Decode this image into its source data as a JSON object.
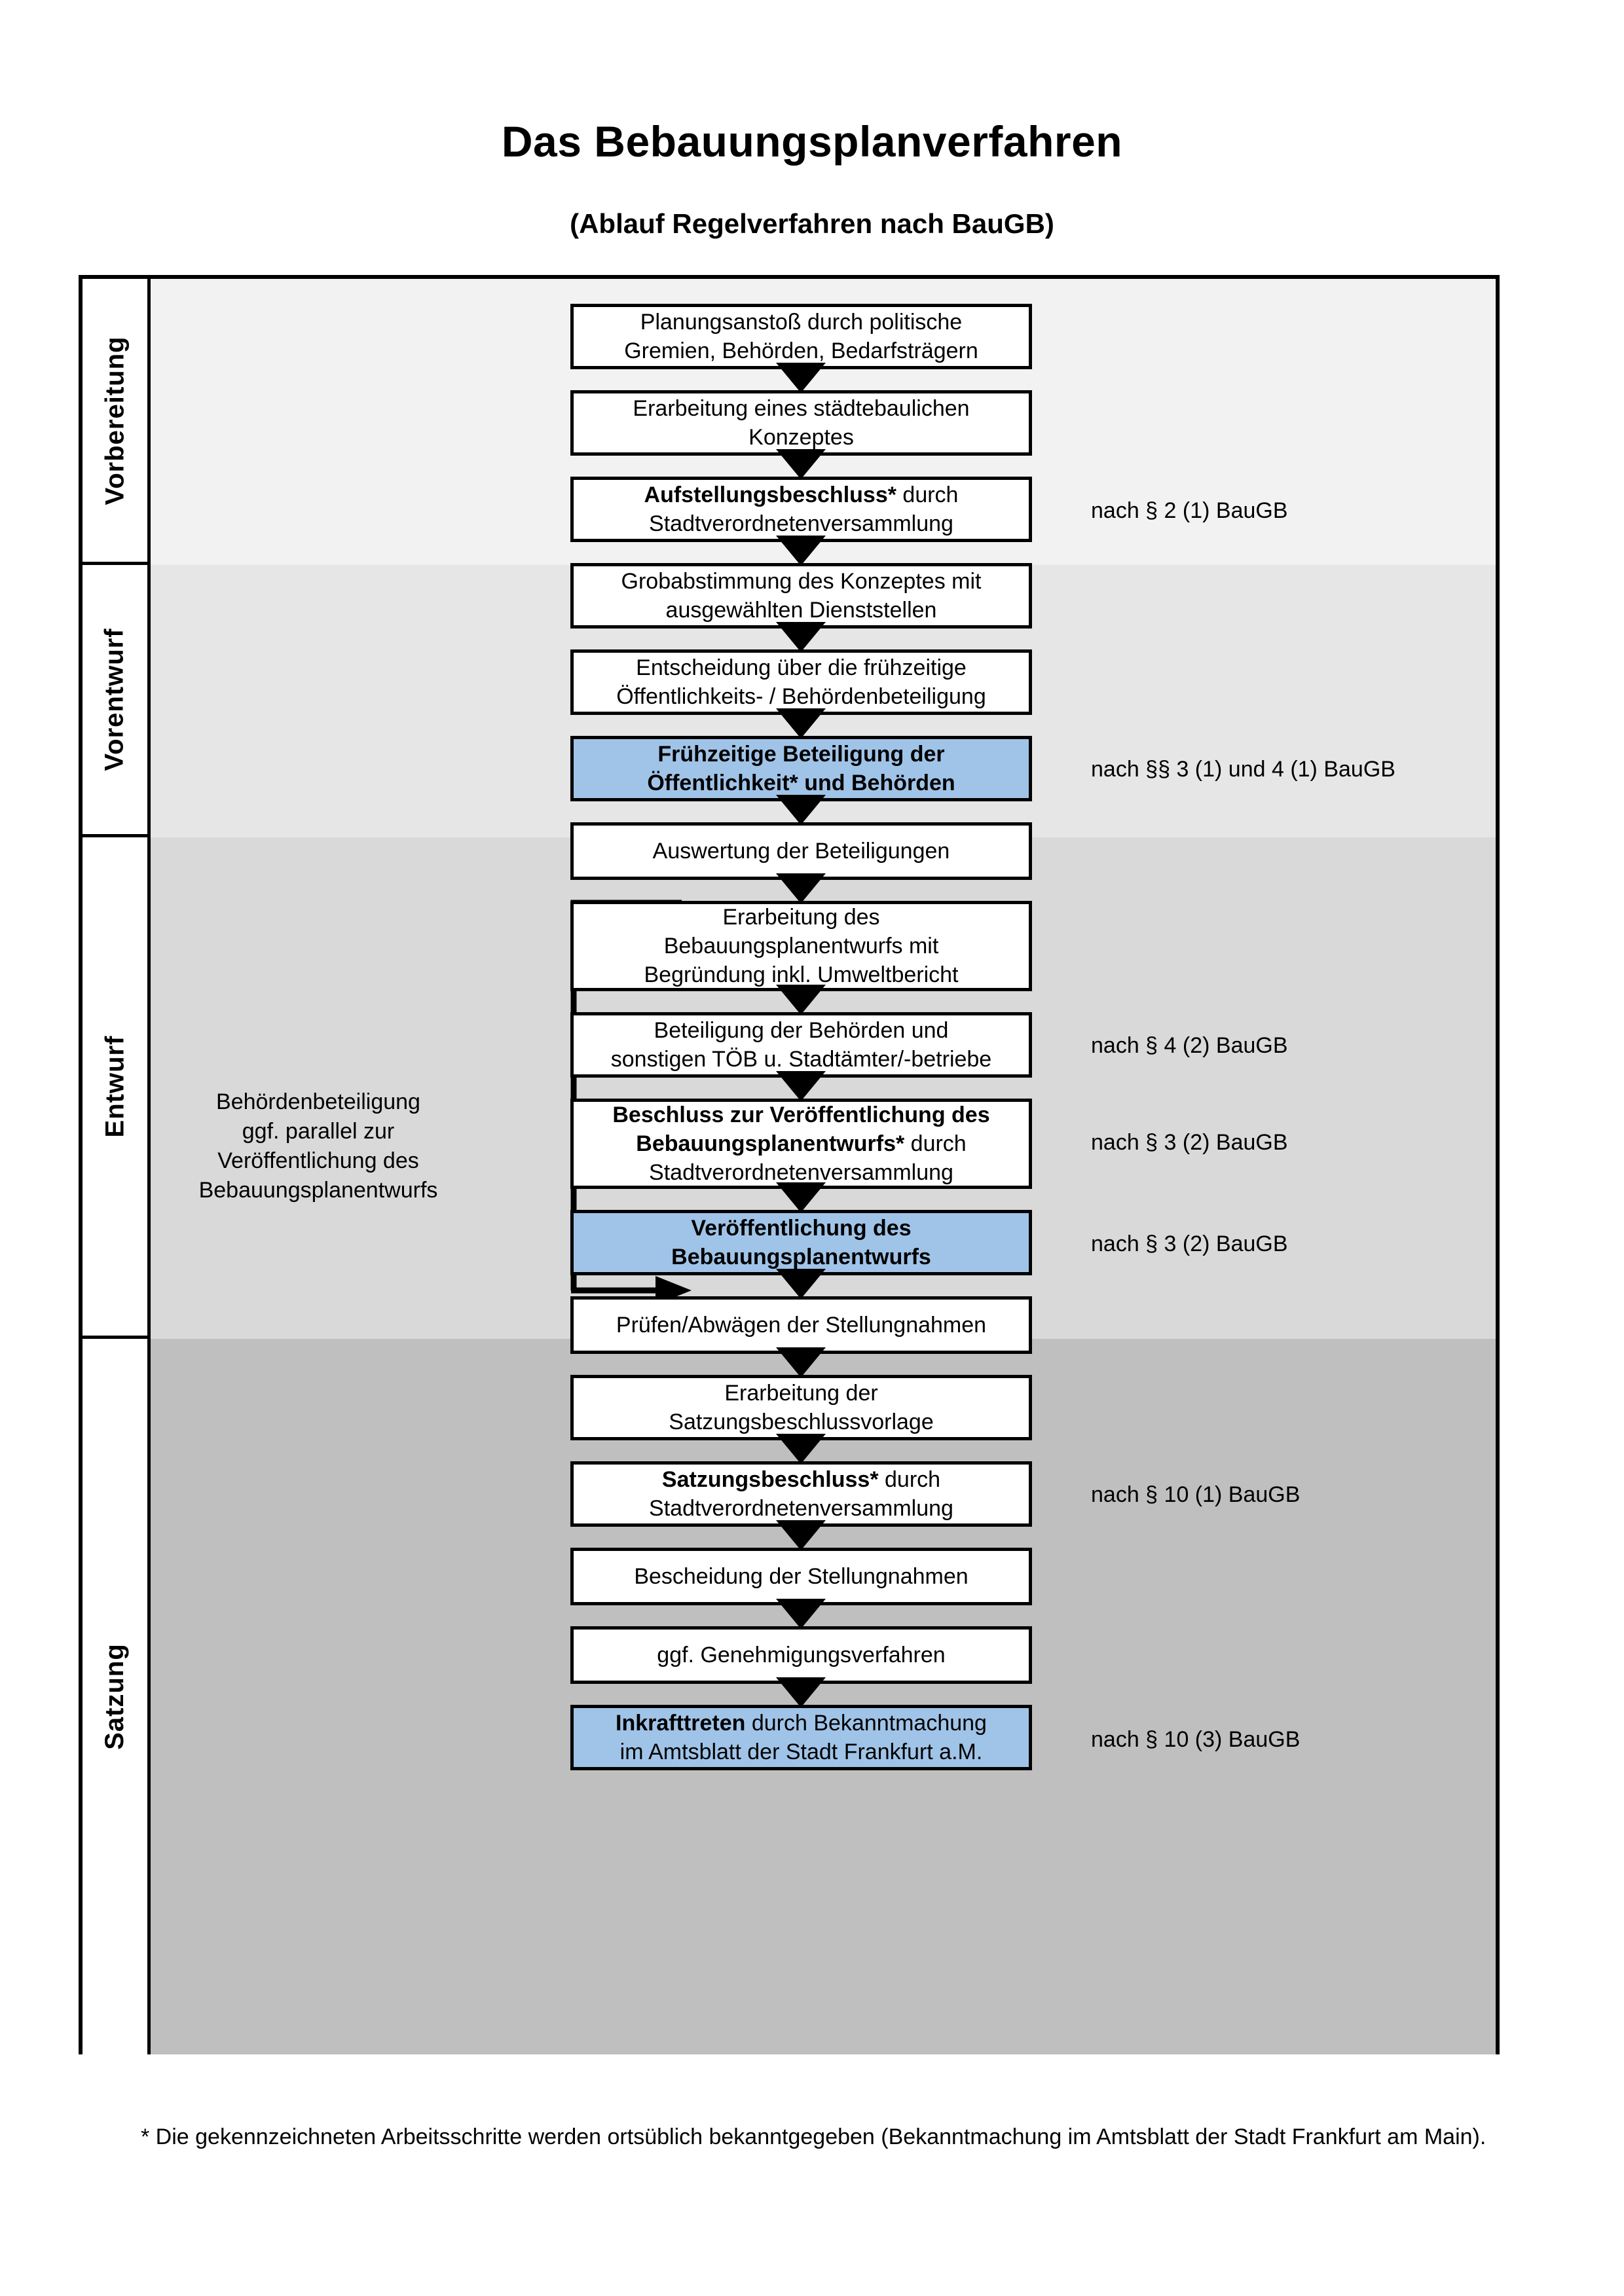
{
  "title": "Das Bebauungsplanverfahren",
  "subtitle": "(Ablauf Regelverfahren nach BauGB)",
  "colors": {
    "highlight_blue": "#A0C4E8",
    "band_vorbereitung": "#F2F2F2",
    "band_vorentwurf": "#E6E6E6",
    "band_entwurf": "#D9D9D9",
    "band_satzung": "#BFBFBF",
    "line": "#000000"
  },
  "phases": [
    {
      "label": "Vorbereitung"
    },
    {
      "label": "Vorentwurf"
    },
    {
      "label": "Entwurf"
    },
    {
      "label": "Satzung"
    }
  ],
  "steps": [
    {
      "id": "planungsanstoss",
      "lines": [
        "Planungsanstoß durch politische",
        "Gremien, Behörden, Bedarfsträgern"
      ],
      "bold": "",
      "highlight": false
    },
    {
      "id": "staedtebauliches-konzept",
      "lines": [
        "Erarbeitung eines städtebaulichen",
        "Konzeptes"
      ],
      "bold": "",
      "highlight": false
    },
    {
      "id": "aufstellungsbeschluss",
      "lines": [
        "Aufstellungsbeschluss* durch",
        "Stadtverordnetenversammlung"
      ],
      "bold": "Aufstellungsbeschluss*",
      "highlight": false
    },
    {
      "id": "grobabstimmung",
      "lines": [
        "Grobabstimmung des Konzeptes mit",
        "ausgewählten Dienststellen"
      ],
      "bold": "",
      "highlight": false
    },
    {
      "id": "entscheidung-fruehzeitige-beteiligung",
      "lines": [
        "Entscheidung über die frühzeitige",
        "Öffentlichkeits- / Behördenbeteiligung"
      ],
      "bold": "",
      "highlight": false
    },
    {
      "id": "fruehzeitige-beteiligung",
      "lines": [
        "Frühzeitige Beteiligung der",
        "Öffentlichkeit* und Behörden"
      ],
      "bold": "all",
      "highlight": true
    },
    {
      "id": "auswertung-beteiligungen",
      "lines": [
        "Auswertung der Beteiligungen"
      ],
      "bold": "",
      "highlight": false
    },
    {
      "id": "erarbeitung-bebauungsplanentwurf",
      "lines": [
        "Erarbeitung des",
        "Bebauungsplanentwurfs mit",
        "Begründung inkl. Umweltbericht"
      ],
      "bold": "",
      "highlight": false
    },
    {
      "id": "beteiligung-behoerden-toeb",
      "lines": [
        "Beteiligung der Behörden und",
        "sonstigen TÖB u. Stadtämter/-betriebe"
      ],
      "bold": "",
      "highlight": false
    },
    {
      "id": "beschluss-veroeffentlichung",
      "lines": [
        "Beschluss zur Veröffentlichung des",
        "Bebauungsplanentwurfs* durch",
        "Stadtverordnetenversammlung"
      ],
      "bold": "Beschluss zur Veröffentlichung des Bebauungsplanentwurfs*",
      "highlight": false
    },
    {
      "id": "veroeffentlichung-entwurf",
      "lines": [
        "Veröffentlichung des",
        "Bebauungsplanentwurfs"
      ],
      "bold": "all",
      "highlight": true
    },
    {
      "id": "pruefen-abwaegen",
      "lines": [
        "Prüfen/Abwägen der Stellungnahmen"
      ],
      "bold": "",
      "highlight": false
    },
    {
      "id": "erarbeitung-satzungsvorlage",
      "lines": [
        "Erarbeitung der",
        "Satzungsbeschlussvorlage"
      ],
      "bold": "",
      "highlight": false
    },
    {
      "id": "satzungsbeschluss",
      "lines": [
        "Satzungsbeschluss* durch",
        "Stadtverordnetenversammlung"
      ],
      "bold": "Satzungsbeschluss*",
      "highlight": false
    },
    {
      "id": "bescheidung-stellungnahmen",
      "lines": [
        "Bescheidung der Stellungnahmen"
      ],
      "bold": "",
      "highlight": false
    },
    {
      "id": "genehmigungsverfahren",
      "lines": [
        "ggf. Genehmigungsverfahren"
      ],
      "bold": "",
      "highlight": false
    },
    {
      "id": "inkrafttreten",
      "lines": [
        "Inkrafttreten durch Bekanntmachung",
        "im Amtsblatt der Stadt Frankfurt a.M."
      ],
      "bold": "Inkrafttreten",
      "highlight": true
    }
  ],
  "law_references": [
    {
      "id": "ref-par2-1",
      "text": "nach § 2 (1) BauGB"
    },
    {
      "id": "ref-par3-1-4-1",
      "text": "nach §§ 3 (1) und 4 (1) BauGB"
    },
    {
      "id": "ref-par4-2",
      "text": "nach § 4 (2) BauGB"
    },
    {
      "id": "ref-par3-2-a",
      "text": "nach § 3 (2) BauGB"
    },
    {
      "id": "ref-par3-2-b",
      "text": "nach § 3 (2) BauGB"
    },
    {
      "id": "ref-par10-1",
      "text": "nach § 10 (1) BauGB"
    },
    {
      "id": "ref-par10-3",
      "text": "nach § 10 (3) BauGB"
    }
  ],
  "side_note": {
    "lines": [
      "Behördenbeteiligung",
      "ggf. parallel zur",
      "Veröffentlichung des",
      "Bebauungsplanentwurfs"
    ]
  },
  "footnote": "* Die gekennzeichneten Arbeitsschritte werden ortsüblich bekanntgegeben (Bekanntmachung im Amtsblatt  der Stadt Frankfurt am Main)."
}
